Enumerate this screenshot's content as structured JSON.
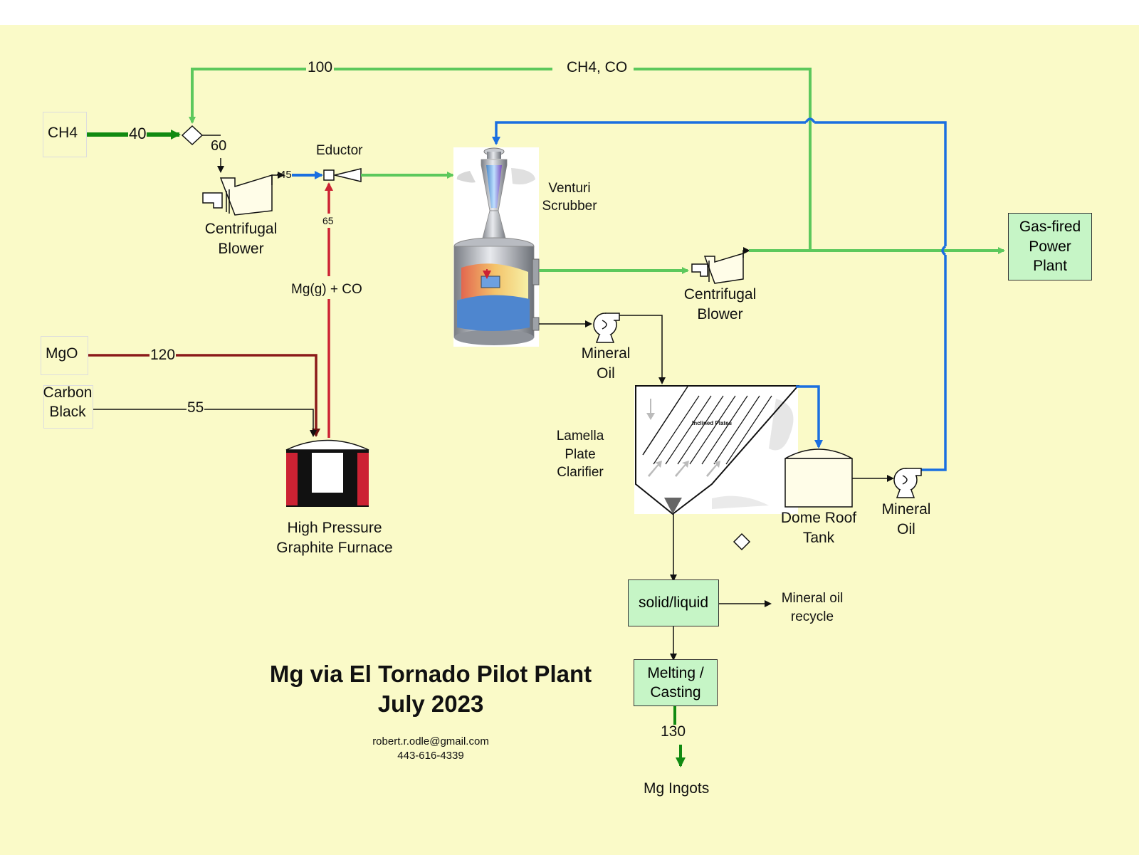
{
  "title": "Mg via El Tornado Pilot Plant July 2023",
  "contact": {
    "email": "robert.r.odle@gmail.com",
    "phone": "443-616-4339"
  },
  "inputs": {
    "ch4": "CH4",
    "mgo": "MgO",
    "carbon_black": "Carbon Black"
  },
  "equipment": {
    "blower1": "Centrifugal Blower",
    "eductor": "Eductor",
    "venturi": "Venturi Scrubber",
    "blower2": "Centrifugal Blower",
    "pump1": "Mineral Oil",
    "pump2": "Mineral Oil",
    "clarifier": "Lamella Plate Clarifier",
    "clarifier_inner": "Inclined Plates",
    "tank": "Dome Roof Tank",
    "furnace": "High Pressure Graphite Furnace"
  },
  "boxes": {
    "power_plant": "Gas-fired Power Plant",
    "solid_liquid": "solid/liquid",
    "melting": "Melting / Casting"
  },
  "streams": {
    "s100": "100",
    "ch4_co": "CH4, CO",
    "s40": "40",
    "s60": "60",
    "s45": "45",
    "s65": "65",
    "mg_co": "Mg(g) + CO",
    "s120": "120",
    "s55": "55",
    "s130": "130",
    "oil_recycle": "Mineral oil recycle",
    "mg_ingots": "Mg Ingots"
  },
  "colors": {
    "background": "#fafac8",
    "green_line": "#5cc85c",
    "dark_green_line": "#118a11",
    "blue_line": "#1a6fe0",
    "red_line": "#cc2233",
    "dark_red_line": "#8b1a1a",
    "box_fill": "#c6f5c6"
  }
}
